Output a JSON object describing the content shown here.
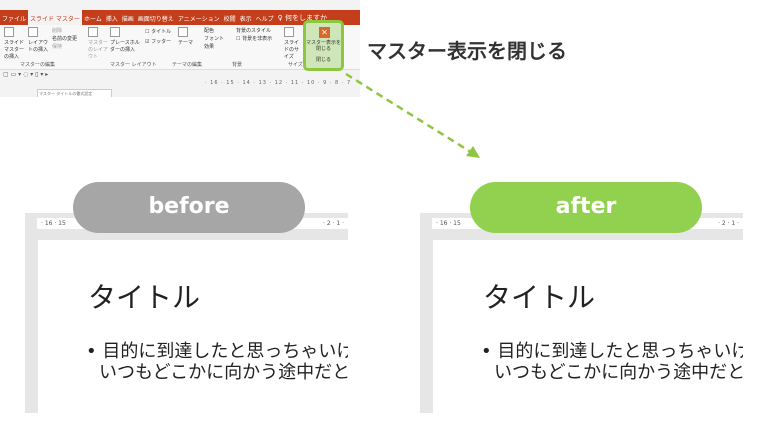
{
  "ribbon": {
    "tabs": [
      "ファイル",
      "スライド マスター",
      "ホーム",
      "挿入",
      "描画",
      "画面切り替え",
      "アニメーション",
      "校閲",
      "表示",
      "ヘルプ",
      "♀ 何をしますか"
    ],
    "active_tab": "スライド マスター",
    "buttons": {
      "insert_master": "スライド マスターの挿入",
      "insert_layout": "レイアウトの挿入",
      "delete": "削除",
      "rename": "名前の変更",
      "preserve": "保持",
      "master_layout": "マスターのレイアウト",
      "placeholder": "プレースホルダーの挿入",
      "title_cb": "タイトル",
      "footer_cb": "フッター",
      "theme": "テーマ",
      "colors": "配色",
      "fonts": "フォント",
      "effects": "効果",
      "bg_styles": "背景のスタイル",
      "hide_bg": "背景を非表示",
      "slide_size": "スライドのサイズ",
      "close_master": "マスター表示を閉じる"
    },
    "groups": [
      "マスターの編集",
      "マスター レイアウト",
      "テーマの編集",
      "背景",
      "サイズ",
      "閉じる"
    ],
    "ruler": "· 16 · 15 · 14 · 13 · 12 · 11 · 10 · 9 · 8 · 7",
    "thumb_text": "マスター タイトルの書式設定"
  },
  "annotation": "マスター表示を閉じる",
  "accent": "#92d050",
  "before": {
    "label": "before",
    "pill_color": "#a6a6a6",
    "ruler_left": "· 16 · 15",
    "ruler_right": "· 2 · 1 ·",
    "title": "タイトル",
    "bullet1": "目的に到達したと思っちゃいけ",
    "bullet2": "いつもどこかに向かう途中だと"
  },
  "after": {
    "label": "after",
    "pill_color": "#92d050",
    "ruler_left": "· 16 · 15",
    "ruler_right": "· 2 · 1 ·",
    "title": "タイトル",
    "bullet1": "目的に到達したと思っちゃいけ",
    "bullet2": "いつもどこかに向かう途中だと"
  }
}
